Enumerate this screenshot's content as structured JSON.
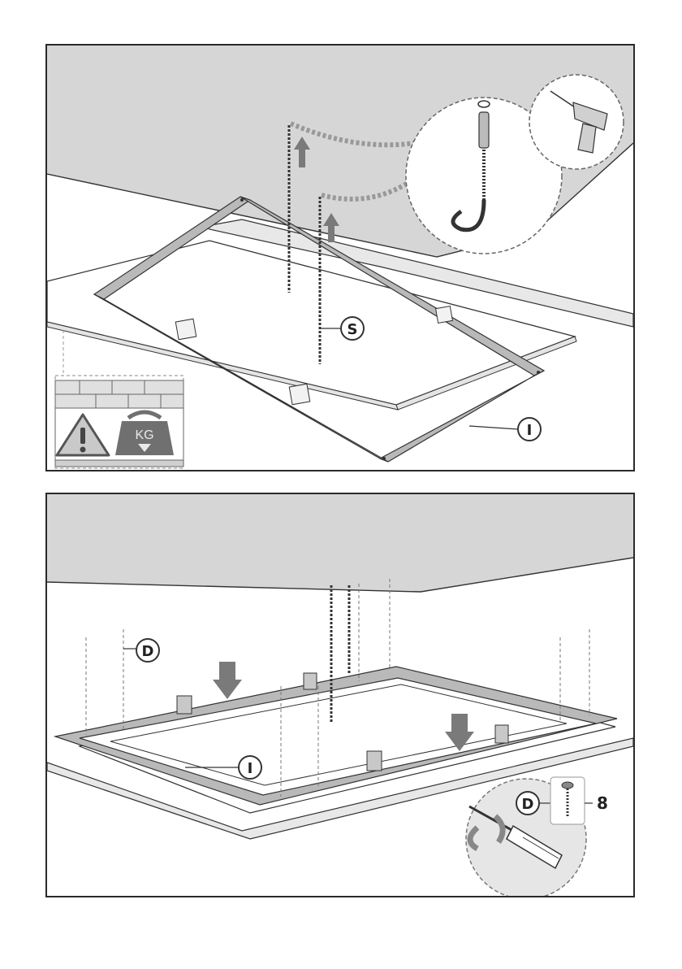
{
  "colors": {
    "ceiling": "#d6d6d6",
    "frame": "#b9b9b9",
    "line": "#333333",
    "arrow": "#7a7a7a",
    "dashed": "#8a8a8a",
    "warning_bg": "#c9c9c9",
    "weight_icon": "#707070"
  },
  "step1": {
    "callout_chain": "S",
    "callout_frame": "I",
    "weight_icon_label": "KG",
    "icons": [
      "drill-icon",
      "hook-anchor-icon",
      "warning-triangle-icon",
      "weight-icon"
    ]
  },
  "step2": {
    "callout_screw": "D",
    "callout_frame": "I",
    "screw_callout_label": "D",
    "screw_quantity": "8",
    "icons": [
      "screw-icon",
      "screwdriver-icon",
      "arrow-down-icon"
    ]
  }
}
